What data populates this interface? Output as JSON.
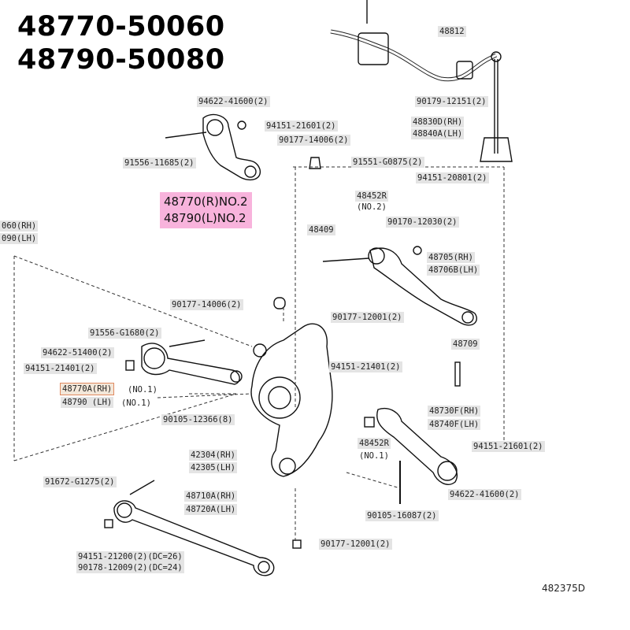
{
  "titles": [
    "48770-50060",
    "48790-50080"
  ],
  "highlight": {
    "line1": "48770(R)NO.2",
    "line2": "48790(L)NO.2"
  },
  "labels": {
    "p94622_41600_top": "94622-41600(2)",
    "p94151_21601_top": "94151-21601(2)",
    "p90177_14006_top": "90177-14006(2)",
    "p91556_11685": "91556-11685(2)",
    "p48812": "48812",
    "p90179_12151": "90179-12151(2)",
    "p48830D": "48830D(RH)",
    "p48840A": "48840A(LH)",
    "p91551_G0875": "91551-G0875(2)",
    "p94151_20801": "94151-20801(2)",
    "p48452R": "48452R",
    "p48452R_no2": "(NO.2)",
    "p90170_12030": "90170-12030(2)",
    "p48409": "48409",
    "p48705": "48705(RH)",
    "p48706B": "48706B(LH)",
    "p060_rh": "060(RH)",
    "p090_lh": "090(LH)",
    "p90177_14006_mid": "90177-14006(2)",
    "p90177_12001_mid": "90177-12001(2)",
    "p91556_G1680": "91556-G1680(2)",
    "p94622_51400": "94622-51400(2)",
    "p94151_21401_left": "94151-21401(2)",
    "p48709": "48709",
    "p94151_21401_right": "94151-21401(2)",
    "p48770A": "48770A(RH)",
    "p48770A_no": "(NO.1)",
    "p48790_lh": "48790 (LH)",
    "p48790_no": "(NO.1)",
    "p90105_12366": "90105-12366(8)",
    "p48730F": "48730F(RH)",
    "p48740F": "48740F(LH)",
    "p48452R_b": "48452R",
    "p48452R_no1": "(NO.1)",
    "p42304": "42304(RH)",
    "p42305": "42305(LH)",
    "p94151_21601_bot": "94151-21601(2)",
    "p91672_G1275": "91672-G1275(2)",
    "p48710A": "48710A(RH)",
    "p48720A": "48720A(LH)",
    "p94622_41600_bot": "94622-41600(2)",
    "p90105_16087": "90105-16087(2)",
    "p90177_12001_bot": "90177-12001(2)",
    "p94151_21200": "94151-21200(2)(DC=26)",
    "p90178_12009": "90178-12009(2)(DC=24)"
  },
  "footer_code": "482375D"
}
